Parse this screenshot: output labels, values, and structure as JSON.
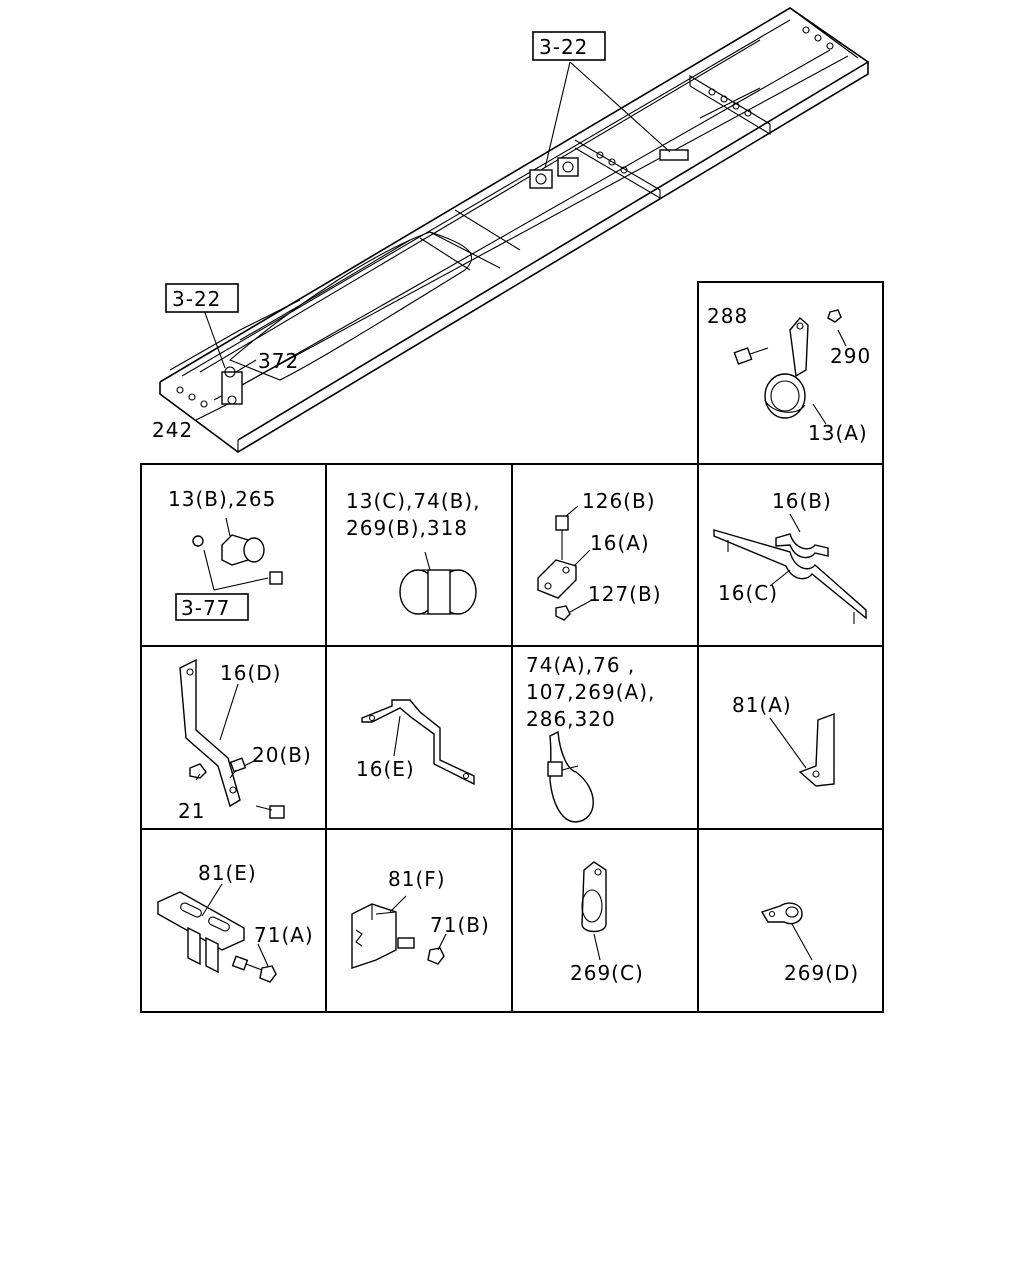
{
  "frame": {
    "ref_top": "3-22",
    "ref_left": "3-22",
    "label_372": "372",
    "label_242": "242"
  },
  "panels": {
    "p13a": {
      "label_288": "288",
      "label_290": "290",
      "label_part": "13(A)"
    },
    "p13b": {
      "label_part": "13(B),265",
      "ref": "3-77"
    },
    "p13c": {
      "line1": "13(C),74(B),",
      "line2": "269(B),318"
    },
    "p16a": {
      "label_126": "126(B)",
      "label_16a": "16(A)",
      "label_127": "127(B)"
    },
    "p16bc": {
      "label_16b": "16(B)",
      "label_16c": "16(C)"
    },
    "p16d": {
      "label_16d": "16(D)",
      "label_20b": "20(B)",
      "label_21": "21"
    },
    "p16e": {
      "label_16e": "16(E)"
    },
    "p74a": {
      "line1": "74(A),76 ,",
      "line2": "107,269(A),",
      "line3": "286,320"
    },
    "p81a": {
      "label_81a": "81(A)"
    },
    "p81e": {
      "label_81e": "81(E)",
      "label_71a": "71(A)"
    },
    "p81f": {
      "label_81f": "81(F)",
      "label_71b": "71(B)"
    },
    "p269c": {
      "label_269c": "269(C)"
    },
    "p269d": {
      "label_269d": "269(D)"
    }
  }
}
